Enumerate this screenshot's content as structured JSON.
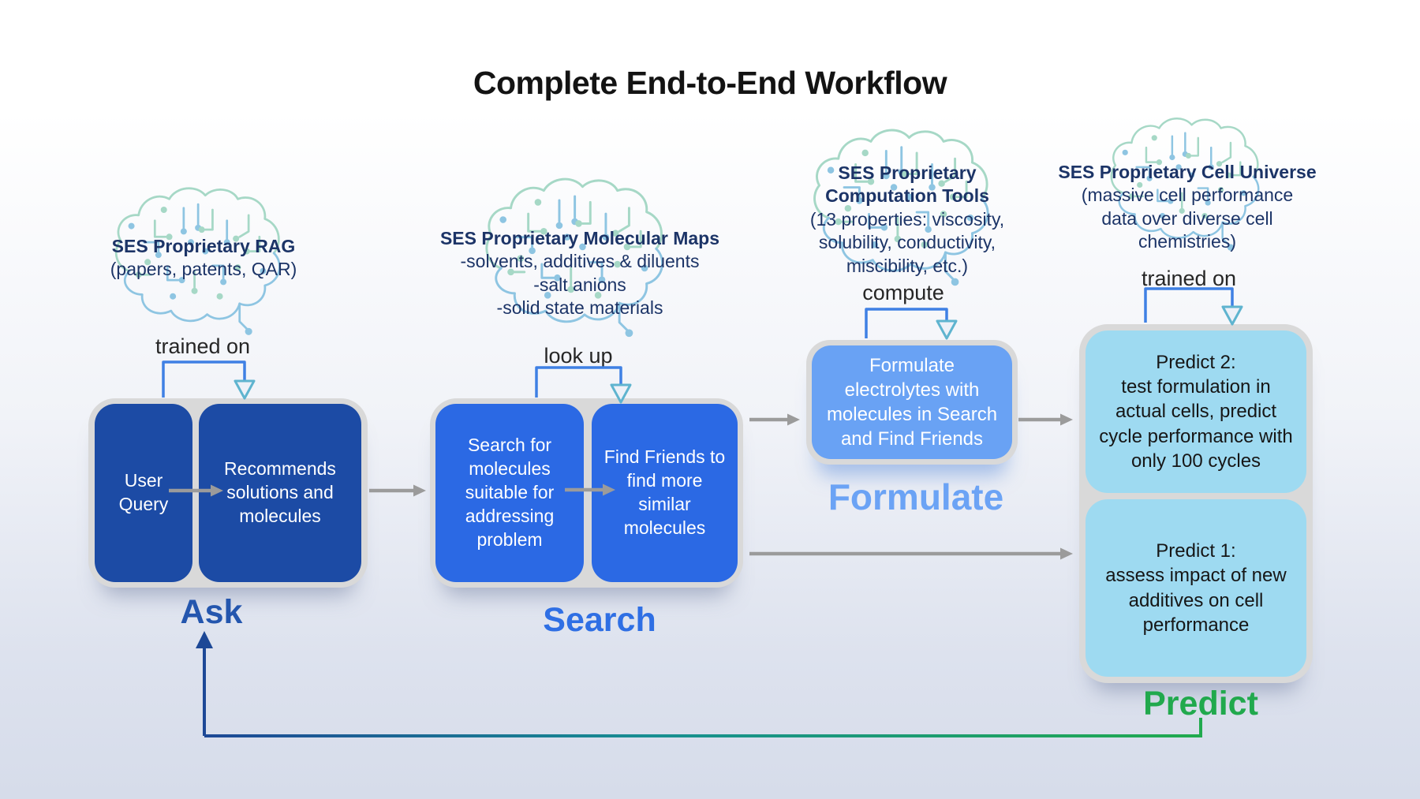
{
  "title": "Complete End-to-End Workflow",
  "stages": {
    "ask": {
      "resource_title": "SES Proprietary RAG",
      "resource_subtitle": "(papers, patents, QAR)",
      "connector_label": "trained on",
      "box_user_query": "User\nQuery",
      "box_recommends": "Recommends\nsolutions and\nmolecules",
      "label": "Ask"
    },
    "search": {
      "resource_title": "SES Proprietary Molecular Maps",
      "resource_subtitle": "-solvents, additives & diluents\n-salt anions\n-solid state materials",
      "connector_label": "look up",
      "box_search": "Search for\nmolecules\nsuitable for\naddressing\nproblem",
      "box_find_friends": "Find Friends to\nfind more\nsimilar\nmolecules",
      "label": "Search"
    },
    "formulate": {
      "resource_title": "SES Proprietary\nComputation Tools",
      "resource_subtitle": "(13 properties: viscosity,\nsolubility, conductivity,\nmiscibility, etc.)",
      "connector_label": "compute",
      "box_formulate": "Formulate\nelectrolytes with\nmolecules in Search\nand Find Friends",
      "label": "Formulate"
    },
    "predict": {
      "resource_title": "SES Proprietary Cell Universe",
      "resource_subtitle": "(massive cell performance\ndata over diverse cell\nchemistries)",
      "connector_label": "trained on",
      "box_predict2": "Predict 2:\ntest formulation in\nactual cells, predict\ncycle performance with\nonly 100 cycles",
      "box_predict1": "Predict 1:\nassess impact of new\nadditives on cell\nperformance",
      "label": "Predict"
    }
  },
  "colors": {
    "ask_box": "#1c4ba5",
    "search_box": "#2b69e4",
    "formulate_box": "#69a2f4",
    "predict_box": "#9edaf1",
    "container_gray": "#d9d9d9",
    "arrow_gray": "#9b9b9b",
    "bracket_blue": "#3f80e4",
    "bracket_teal": "#5fb4cf",
    "resource_navy": "#1c3467",
    "ask_label": "#2456ae",
    "search_label": "#2f6fe4",
    "formulate_label": "#6ba3f5",
    "predict_label": "#21a94d",
    "loop_blue": "#1d4896",
    "loop_green": "#21aa4e",
    "brain_teal": "#a6d8c6",
    "brain_blue": "#8ec5e2"
  }
}
